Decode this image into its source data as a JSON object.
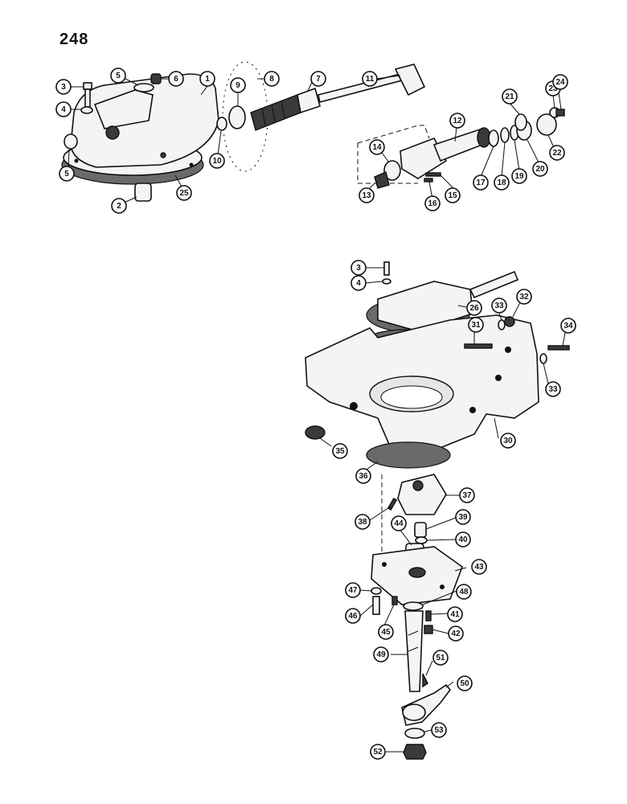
{
  "page": {
    "number": "248"
  },
  "callouts": {
    "top": [
      "1",
      "2",
      "3",
      "4",
      "5",
      "5",
      "6",
      "7",
      "8",
      "9",
      "10",
      "11",
      "12",
      "13",
      "14",
      "15",
      "16",
      "17",
      "18",
      "19",
      "20",
      "21",
      "22",
      "23",
      "24",
      "25",
      "26"
    ],
    "bottom": [
      "3",
      "4",
      "26",
      "30",
      "31",
      "32",
      "33",
      "33",
      "34",
      "35",
      "36",
      "37",
      "38",
      "39",
      "40",
      "41",
      "42",
      "43",
      "44",
      "45",
      "46",
      "47",
      "48",
      "49",
      "50",
      "51",
      "52",
      "53"
    ]
  }
}
